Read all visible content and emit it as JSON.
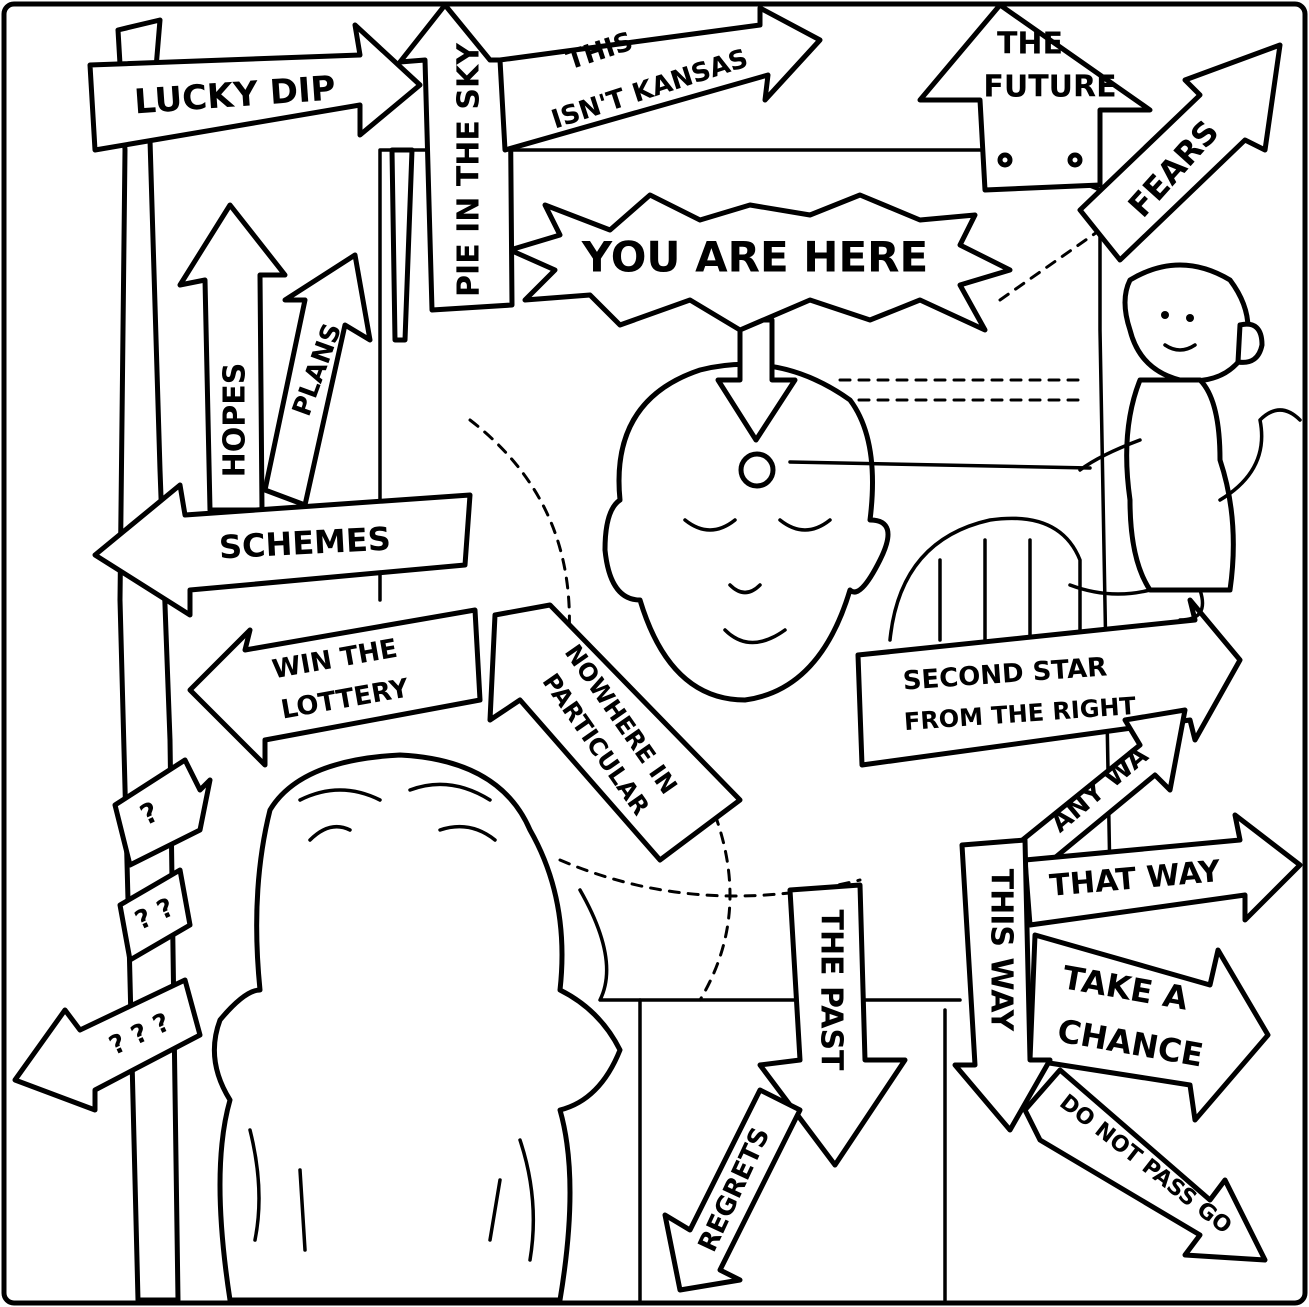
{
  "signs": {
    "lucky_dip": "LUCKY DIP",
    "pie_in_the_sky": "PIE IN THE SKY",
    "this_isnt_kansas_line1": "THIS",
    "this_isnt_kansas_line2": "ISN'T KANSAS",
    "the_future_line1": "THE",
    "the_future_line2": "FUTURE",
    "fears": "FEARS",
    "hopes": "HOPES",
    "plans": "PLANS",
    "schemes": "SCHEMES",
    "win_the_lottery_line1": "WIN THE",
    "win_the_lottery_line2": "LOTTERY",
    "nowhere_line1": "NOWHERE IN",
    "nowhere_line2": "PARTICULAR",
    "second_star_line1": "SECOND STAR",
    "second_star_line2": "FROM THE RIGHT",
    "any_way": "ANY WA",
    "that_way": "THAT WAY",
    "this_way": "THIS WAY",
    "take_a_chance_line1": "TAKE A",
    "take_a_chance_line2": "CHANCE",
    "the_past": "THE PAST",
    "regrets": "REGRETS",
    "do_not_pass_go": "DO NOT PASS GO",
    "you_are_here": "YOU ARE HERE",
    "question_1": "?",
    "question_2": "? ?",
    "question_3": "? ? ?"
  },
  "colors": {
    "ink": "#000000",
    "paper": "#ffffff"
  }
}
